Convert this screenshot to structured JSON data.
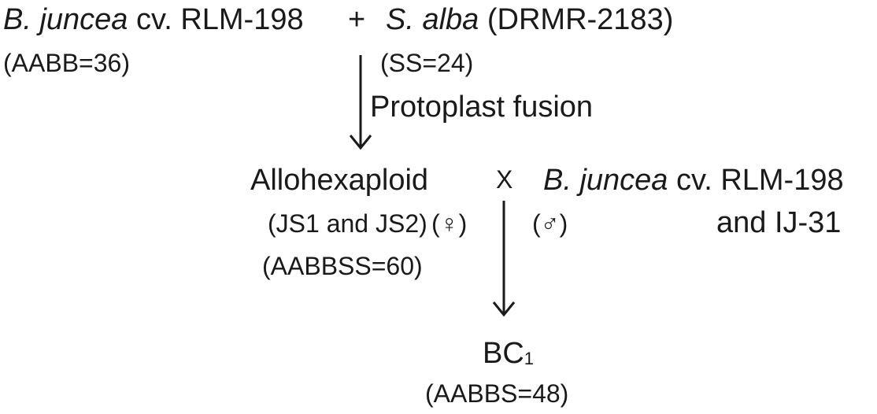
{
  "parent1": {
    "genus": "B. juncea",
    "cultivar_prefix": "cv.",
    "cultivar": "RLM-198",
    "genome": "(AABB=36)"
  },
  "plus_sign": "+",
  "parent2": {
    "species": "S. alba",
    "accession": "(DRMR-2183)",
    "genome": "(SS=24)"
  },
  "step1_label": "Protoplast fusion",
  "hybrid": {
    "name": "Allohexaploid",
    "lines": "(JS1 and JS2)",
    "sex_symbol": "(♀)",
    "genome": "(AABBSS=60)"
  },
  "cross_sign": "X",
  "recurrent_parent": {
    "genus": "B. juncea",
    "cultivar_prefix": "cv.",
    "cultivar": "RLM-198",
    "second_cultivar": "and IJ-31",
    "sex_symbol": "(♂)"
  },
  "progeny": {
    "name_main": "BC",
    "name_sub": "1",
    "genome": "(AABBS=48)"
  },
  "colors": {
    "text": "#1a1a1a",
    "arrow": "#1a1a1a"
  }
}
